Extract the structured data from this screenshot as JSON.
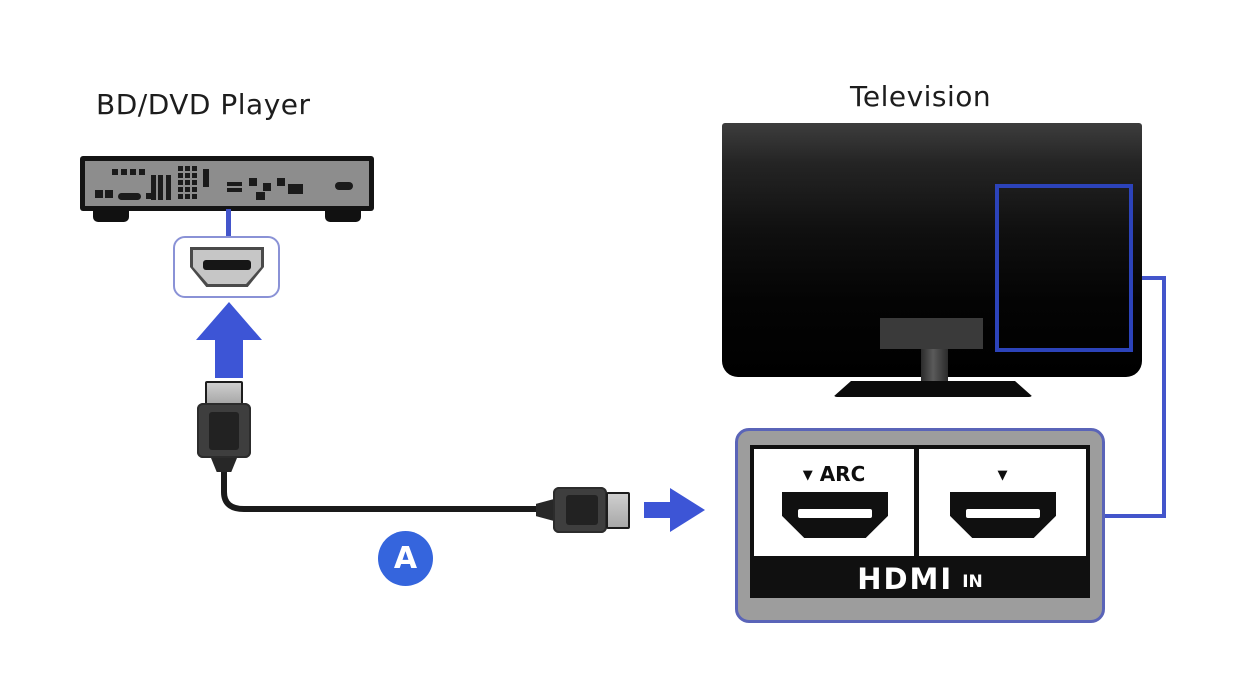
{
  "player": {
    "title": "BD/DVD Player"
  },
  "television": {
    "title": "Television"
  },
  "cable": {
    "badge": "A"
  },
  "hdmi_panel": {
    "ports": [
      {
        "marker": "▼",
        "label": "ARC"
      },
      {
        "marker": "▼",
        "label": ""
      }
    ],
    "logo": "HDMI",
    "logo_suffix": "IN"
  },
  "icons": {
    "arrow_up": "arrow-up-icon",
    "arrow_right": "arrow-right-icon",
    "hdmi_port": "hdmi-port-icon",
    "hdmi_connector": "hdmi-connector-icon"
  },
  "colors": {
    "accent_blue": "#3d55d6",
    "badge_blue": "#3565dd",
    "link_blue": "#4355cb",
    "tv_outline_blue": "#2c43ba",
    "panel_border_blue": "#5a64b8",
    "port_box_border": "#8a92d6",
    "cable_black": "#1a1a1a"
  }
}
